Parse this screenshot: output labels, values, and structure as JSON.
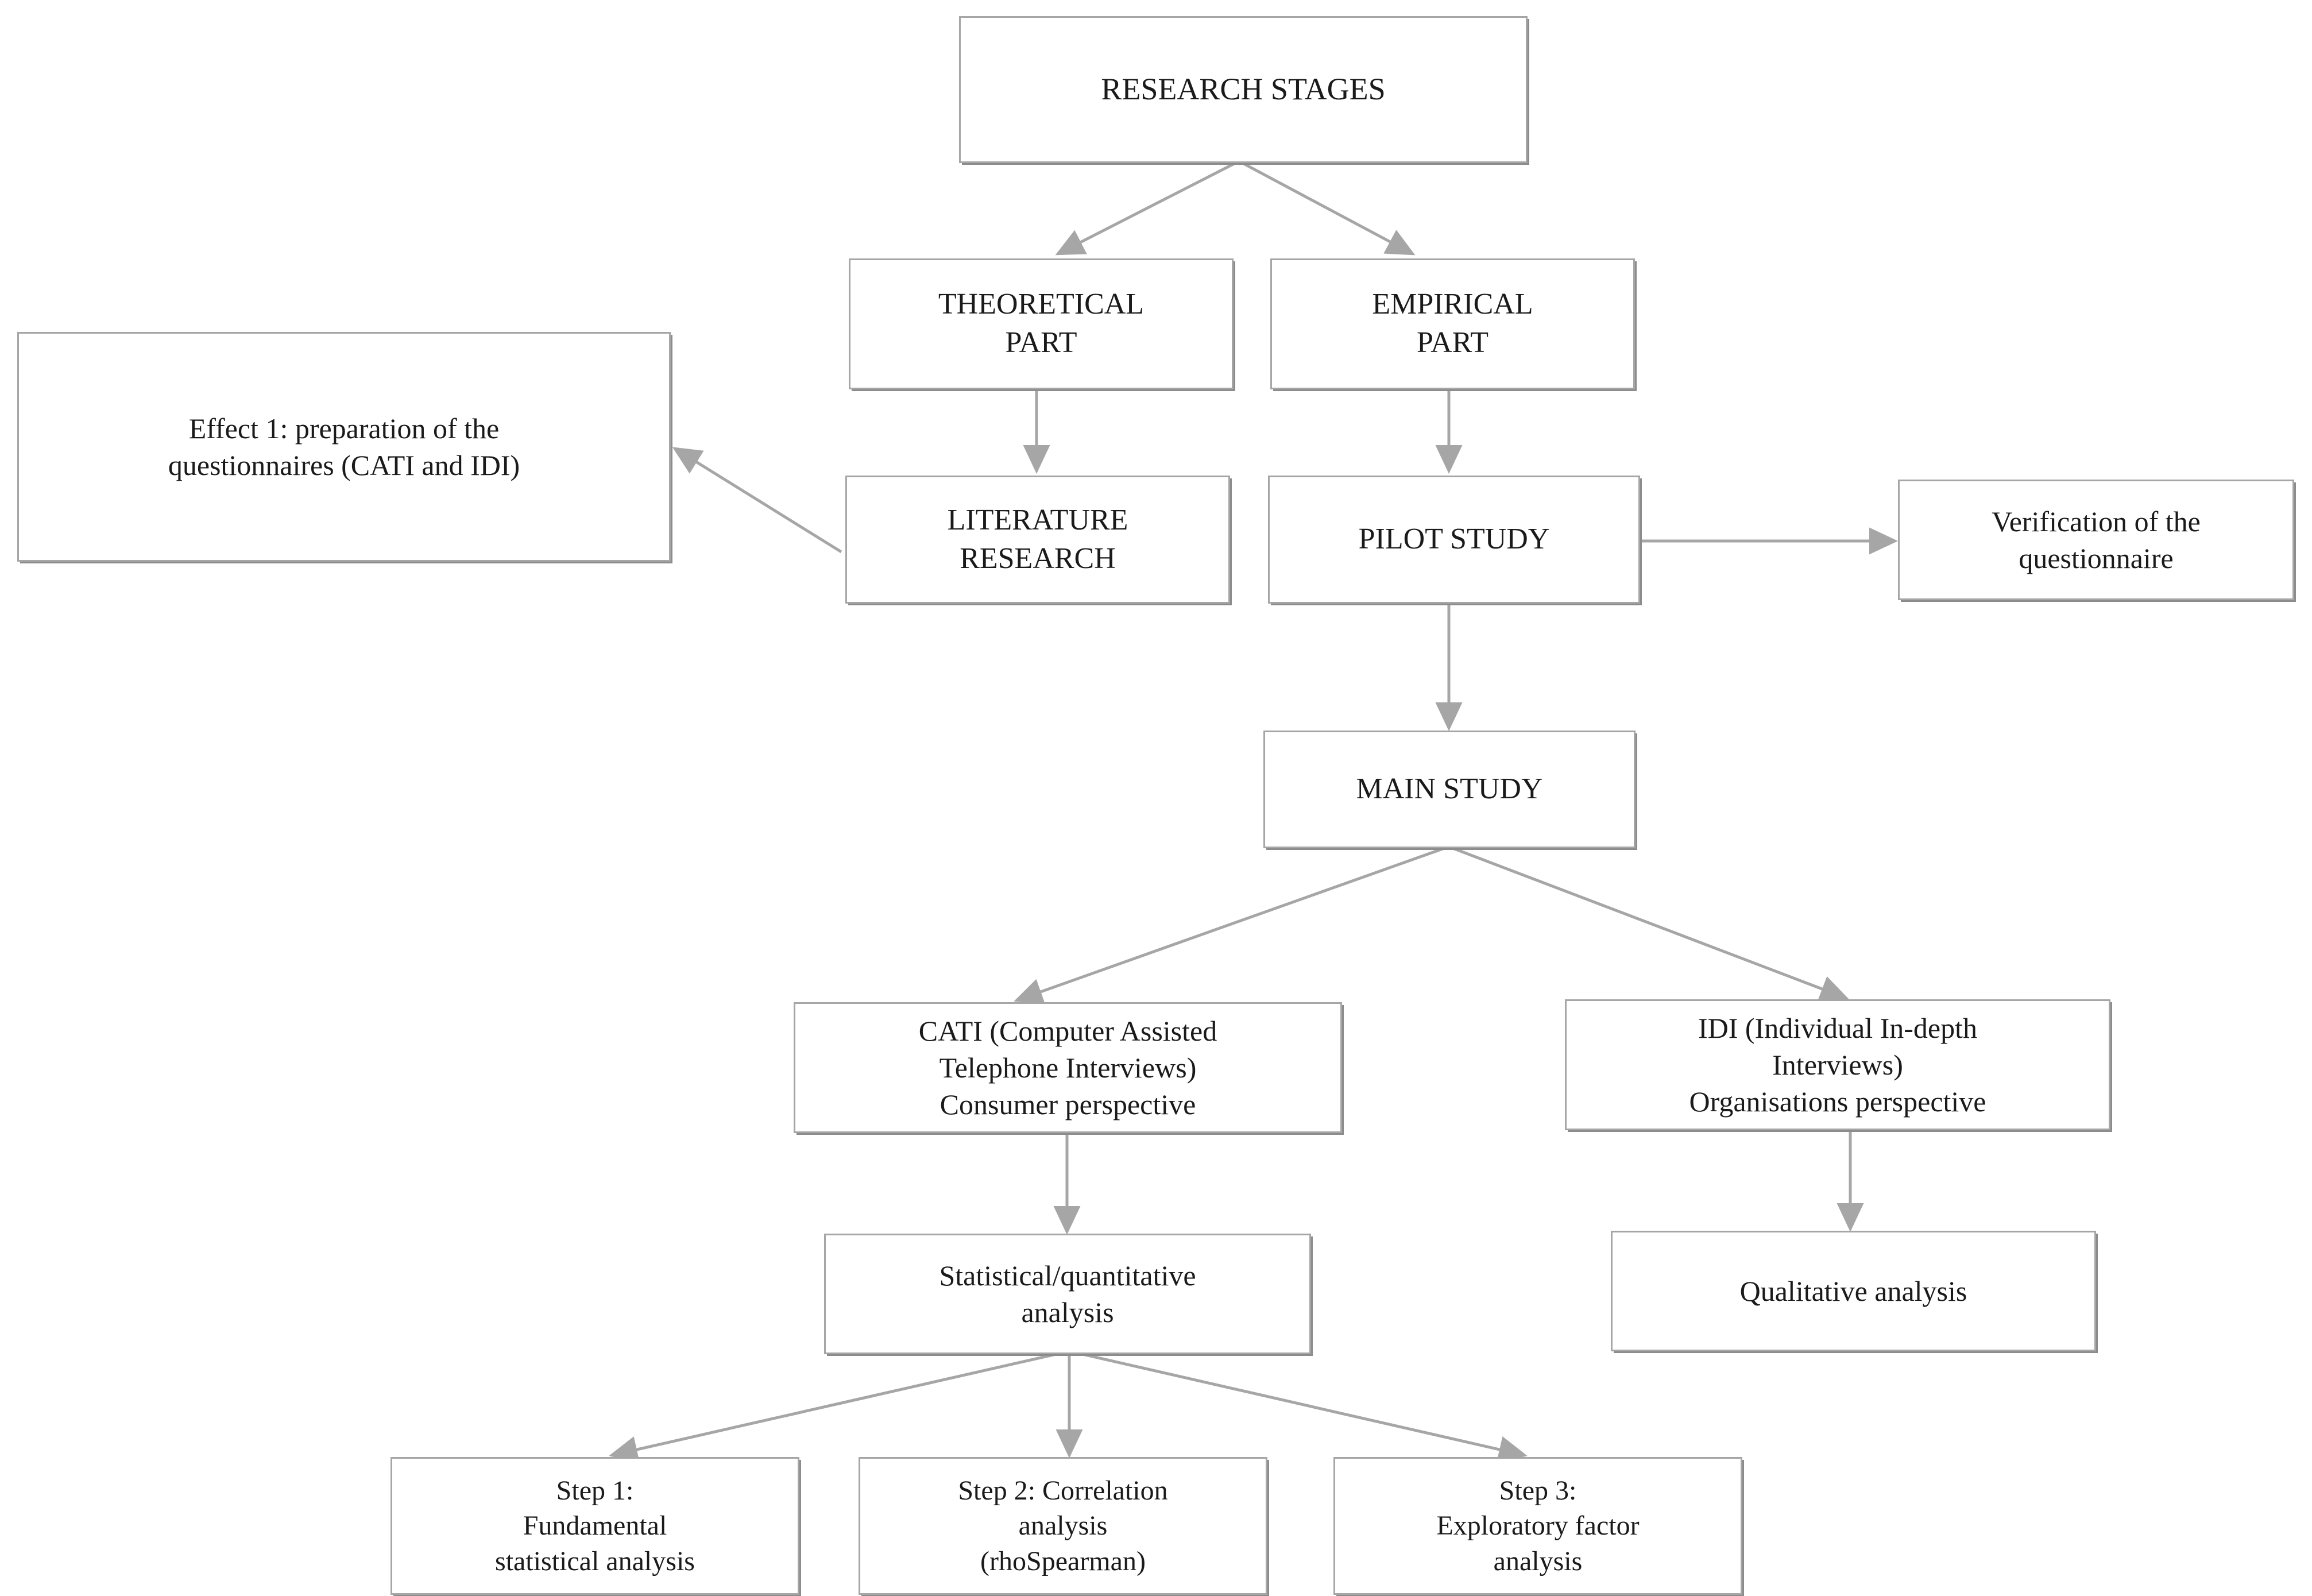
{
  "diagram": {
    "title": "RESEARCH STAGES",
    "type": "flowchart",
    "orientation": "top-down",
    "line_color": "#a6a6a6",
    "box_border_color": "#a6a6a6",
    "box_fill_color": "#ffffff",
    "text_color": "#1a1a1a"
  },
  "nodes": {
    "research_stages": {
      "label": "RESEARCH STAGES"
    },
    "theoretical_part": {
      "label": "THEORETICAL\nPART"
    },
    "empirical_part": {
      "label": "EMPIRICAL\nPART"
    },
    "effect_1": {
      "label": "Effect 1: preparation of the\nquestionnaires (CATI and IDI)"
    },
    "literature_research": {
      "label": "LITERATURE\nRESEARCH"
    },
    "pilot_study": {
      "label": "PILOT STUDY"
    },
    "verification": {
      "label": "Verification of the\nquestionnaire"
    },
    "main_study": {
      "label": "MAIN STUDY"
    },
    "cati": {
      "label": "CATI (Computer Assisted\nTelephone Interviews)\nConsumer perspective"
    },
    "idi": {
      "label": "IDI (Individual In-depth\nInterviews)\nOrganisations perspective"
    },
    "statistical_analysis": {
      "label": "Statistical/quantitative\nanalysis"
    },
    "qualitative_analysis": {
      "label": "Qualitative analysis"
    },
    "step_1": {
      "label": "Step 1:\nFundamental\nstatistical analysis"
    },
    "step_2": {
      "label": "Step 2: Correlation\nanalysis\n(rhoSpearman)"
    },
    "step_3": {
      "label": "Step 3:\nExploratory factor\nanalysis"
    }
  },
  "edges": [
    {
      "from": "research_stages",
      "to": "theoretical_part"
    },
    {
      "from": "research_stages",
      "to": "empirical_part"
    },
    {
      "from": "theoretical_part",
      "to": "literature_research"
    },
    {
      "from": "empirical_part",
      "to": "pilot_study"
    },
    {
      "from": "literature_research",
      "to": "effect_1"
    },
    {
      "from": "pilot_study",
      "to": "verification"
    },
    {
      "from": "pilot_study",
      "to": "main_study"
    },
    {
      "from": "main_study",
      "to": "cati"
    },
    {
      "from": "main_study",
      "to": "idi"
    },
    {
      "from": "cati",
      "to": "statistical_analysis"
    },
    {
      "from": "idi",
      "to": "qualitative_analysis"
    },
    {
      "from": "statistical_analysis",
      "to": "step_1"
    },
    {
      "from": "statistical_analysis",
      "to": "step_2"
    },
    {
      "from": "statistical_analysis",
      "to": "step_3"
    }
  ]
}
